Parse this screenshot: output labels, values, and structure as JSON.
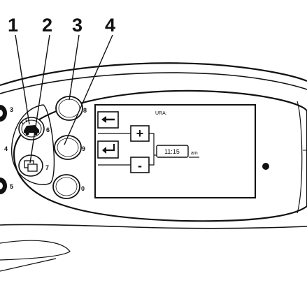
{
  "callouts": [
    "1",
    "2",
    "3",
    "4"
  ],
  "button_numbers": {
    "b3": "3",
    "b4": "4",
    "b5": "5",
    "b6": "6",
    "b7": "7",
    "b8": "8",
    "b9": "9",
    "b0": "0"
  },
  "display": {
    "title": "URA:",
    "plus_symbol": "+",
    "minus_symbol": "-",
    "time_value": "11:15",
    "time_suffix": "am",
    "back_arrow_icon": "left-arrow-icon",
    "enter_icon": "enter-return-icon"
  }
}
